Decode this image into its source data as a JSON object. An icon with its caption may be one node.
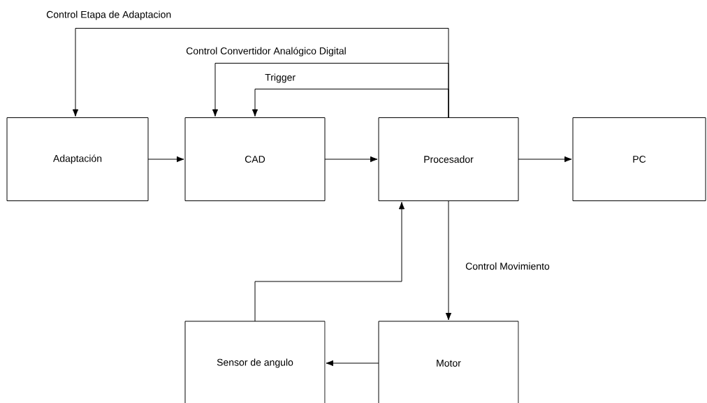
{
  "diagram": {
    "nodes": [
      {
        "text": [
          "Adaptación"
        ]
      },
      {
        "text": [
          "CAD"
        ]
      },
      {
        "text": [
          "Procesador"
        ]
      },
      {
        "text": [
          "PC"
        ]
      },
      {
        "text": [
          "Sensor de angulo"
        ]
      },
      {
        "text": [
          "Motor"
        ]
      }
    ],
    "edges": [
      {
        "from": 0,
        "to": 1,
        "arrow": "to"
      },
      {
        "from": 1,
        "to": 2,
        "arrow": "to"
      },
      {
        "from": 2,
        "to": 3,
        "arrow": "to"
      },
      {
        "from": 2,
        "to": 0,
        "arrow": "to",
        "label": "Control Etapa de Adaptacion"
      },
      {
        "from": 2,
        "to": 1,
        "arrow": "to",
        "label": "Control Convertidor Analógico Digital"
      },
      {
        "from": 2,
        "to": 1,
        "arrow": "to",
        "label": "Trigger"
      },
      {
        "from": 2,
        "to": 5,
        "arrow": "to",
        "label": "Control Movimiento"
      },
      {
        "from": 5,
        "to": 4,
        "arrow": "to"
      },
      {
        "from": 4,
        "to": 2,
        "arrow": "to"
      }
    ]
  }
}
